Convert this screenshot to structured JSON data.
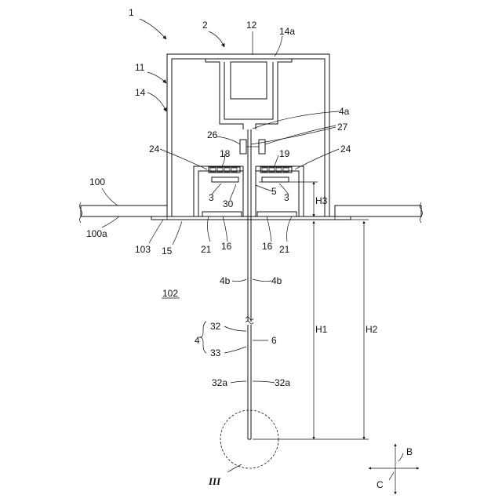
{
  "labels": {
    "l1": "1",
    "l2": "2",
    "l12": "12",
    "l14a": "14a",
    "l11": "11",
    "l14": "14",
    "l4a": "4a",
    "l27": "27",
    "l26": "26",
    "l24left": "24",
    "l24right": "24",
    "l18": "18",
    "l19": "19",
    "l3left": "3",
    "l3right": "3",
    "l5": "5",
    "l30": "30",
    "lH3": "H3",
    "l100": "100",
    "l100a": "100a",
    "l103": "103",
    "l15": "15",
    "l21left": "21",
    "l16left": "16",
    "l16right": "16",
    "l21right": "21",
    "l4bleft": "4b",
    "l4bright": "4b",
    "l102": "102",
    "l32": "32",
    "l4": "4",
    "l6": "6",
    "l33": "33",
    "l32aleft": "32a",
    "l32aright": "32a",
    "lH1": "H1",
    "lH2": "H2",
    "lB": "B",
    "lC": "C",
    "lIII": "III"
  }
}
